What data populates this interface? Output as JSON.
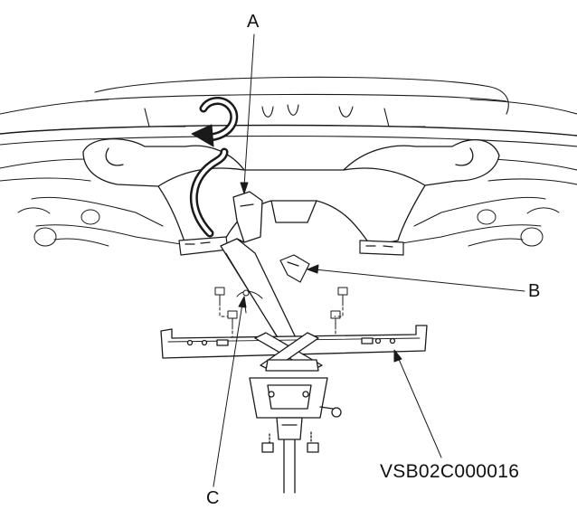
{
  "callouts": {
    "a": "A",
    "b": "B",
    "c": "C"
  },
  "figure_code": "VSB02C000016",
  "colors": {
    "line": "#1a1a1a",
    "fill": "#ffffff",
    "thin": "#555555"
  },
  "icons": {
    "rotation": "curved-arrow-icon"
  }
}
